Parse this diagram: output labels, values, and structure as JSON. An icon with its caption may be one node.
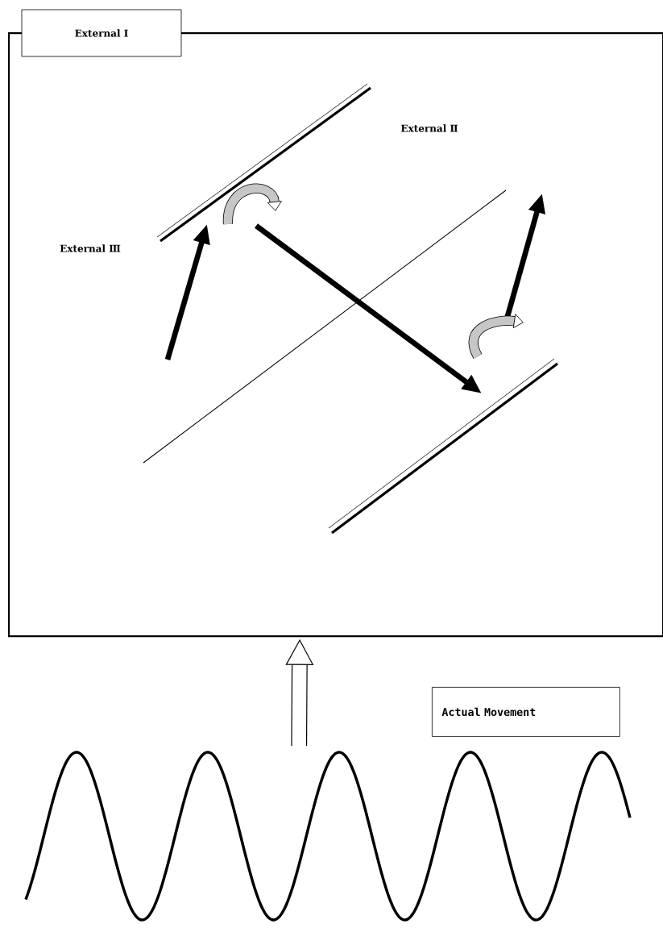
{
  "diagram": {
    "nodes": [
      {
        "text": [
          "External Ⅰ"
        ]
      },
      {
        "text": [
          "Actual Movement"
        ]
      },
      {
        "text": [],
        "shape": "picture"
      }
    ],
    "edges": [
      {
        "from": 2,
        "to": 0,
        "arrow": "to"
      }
    ],
    "labels": [
      "External Ⅱ",
      "External Ⅲ"
    ]
  }
}
